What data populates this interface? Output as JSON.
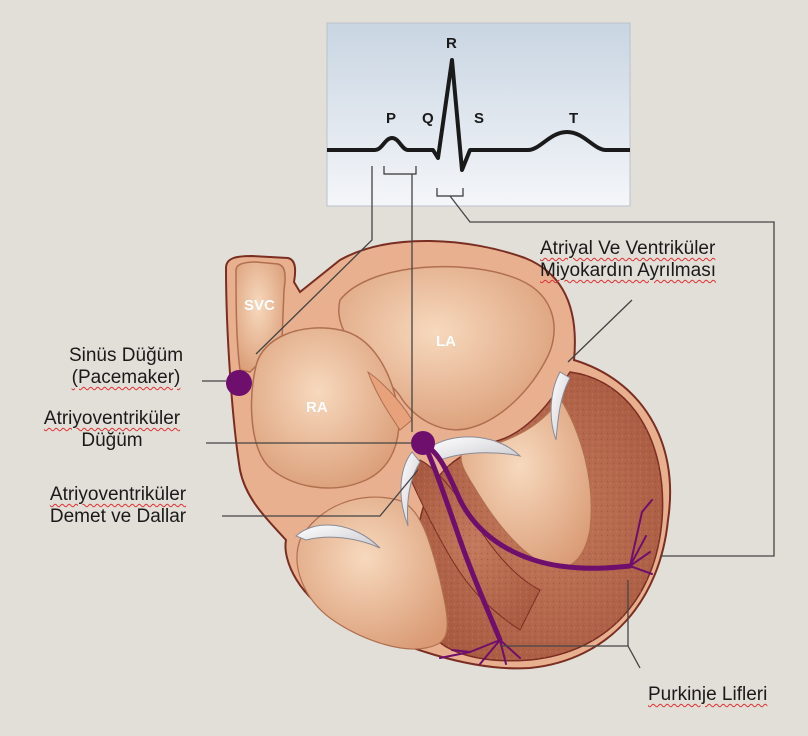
{
  "ecg": {
    "waves": [
      "P",
      "Q",
      "R",
      "S",
      "T"
    ]
  },
  "chambers": {
    "svc": "SVC",
    "ra": "RA",
    "la": "LA"
  },
  "labels": {
    "sinus_node_line1": "Sinüs Düğüm",
    "sinus_node_line2": "(Pacemaker)",
    "av_node_line1": "Atriyoventriküler",
    "av_node_line2": "Düğüm",
    "av_bundle_line1": "Atriyoventriküler",
    "av_bundle_line2": "Demet ve Dallar",
    "separation_line1": "Atriyal Ve Ventriküler",
    "separation_line2": "Miyokardın Ayrılması",
    "purkinje": "Purkinje Lifleri"
  },
  "colors": {
    "background": "#e2ded8",
    "ecg_panel": "#dce5ee",
    "heart_outline": "#7a2e22",
    "myocardium": "#b5694e",
    "chamber": "#e9b48e",
    "conduction": "#6e0f6e"
  }
}
